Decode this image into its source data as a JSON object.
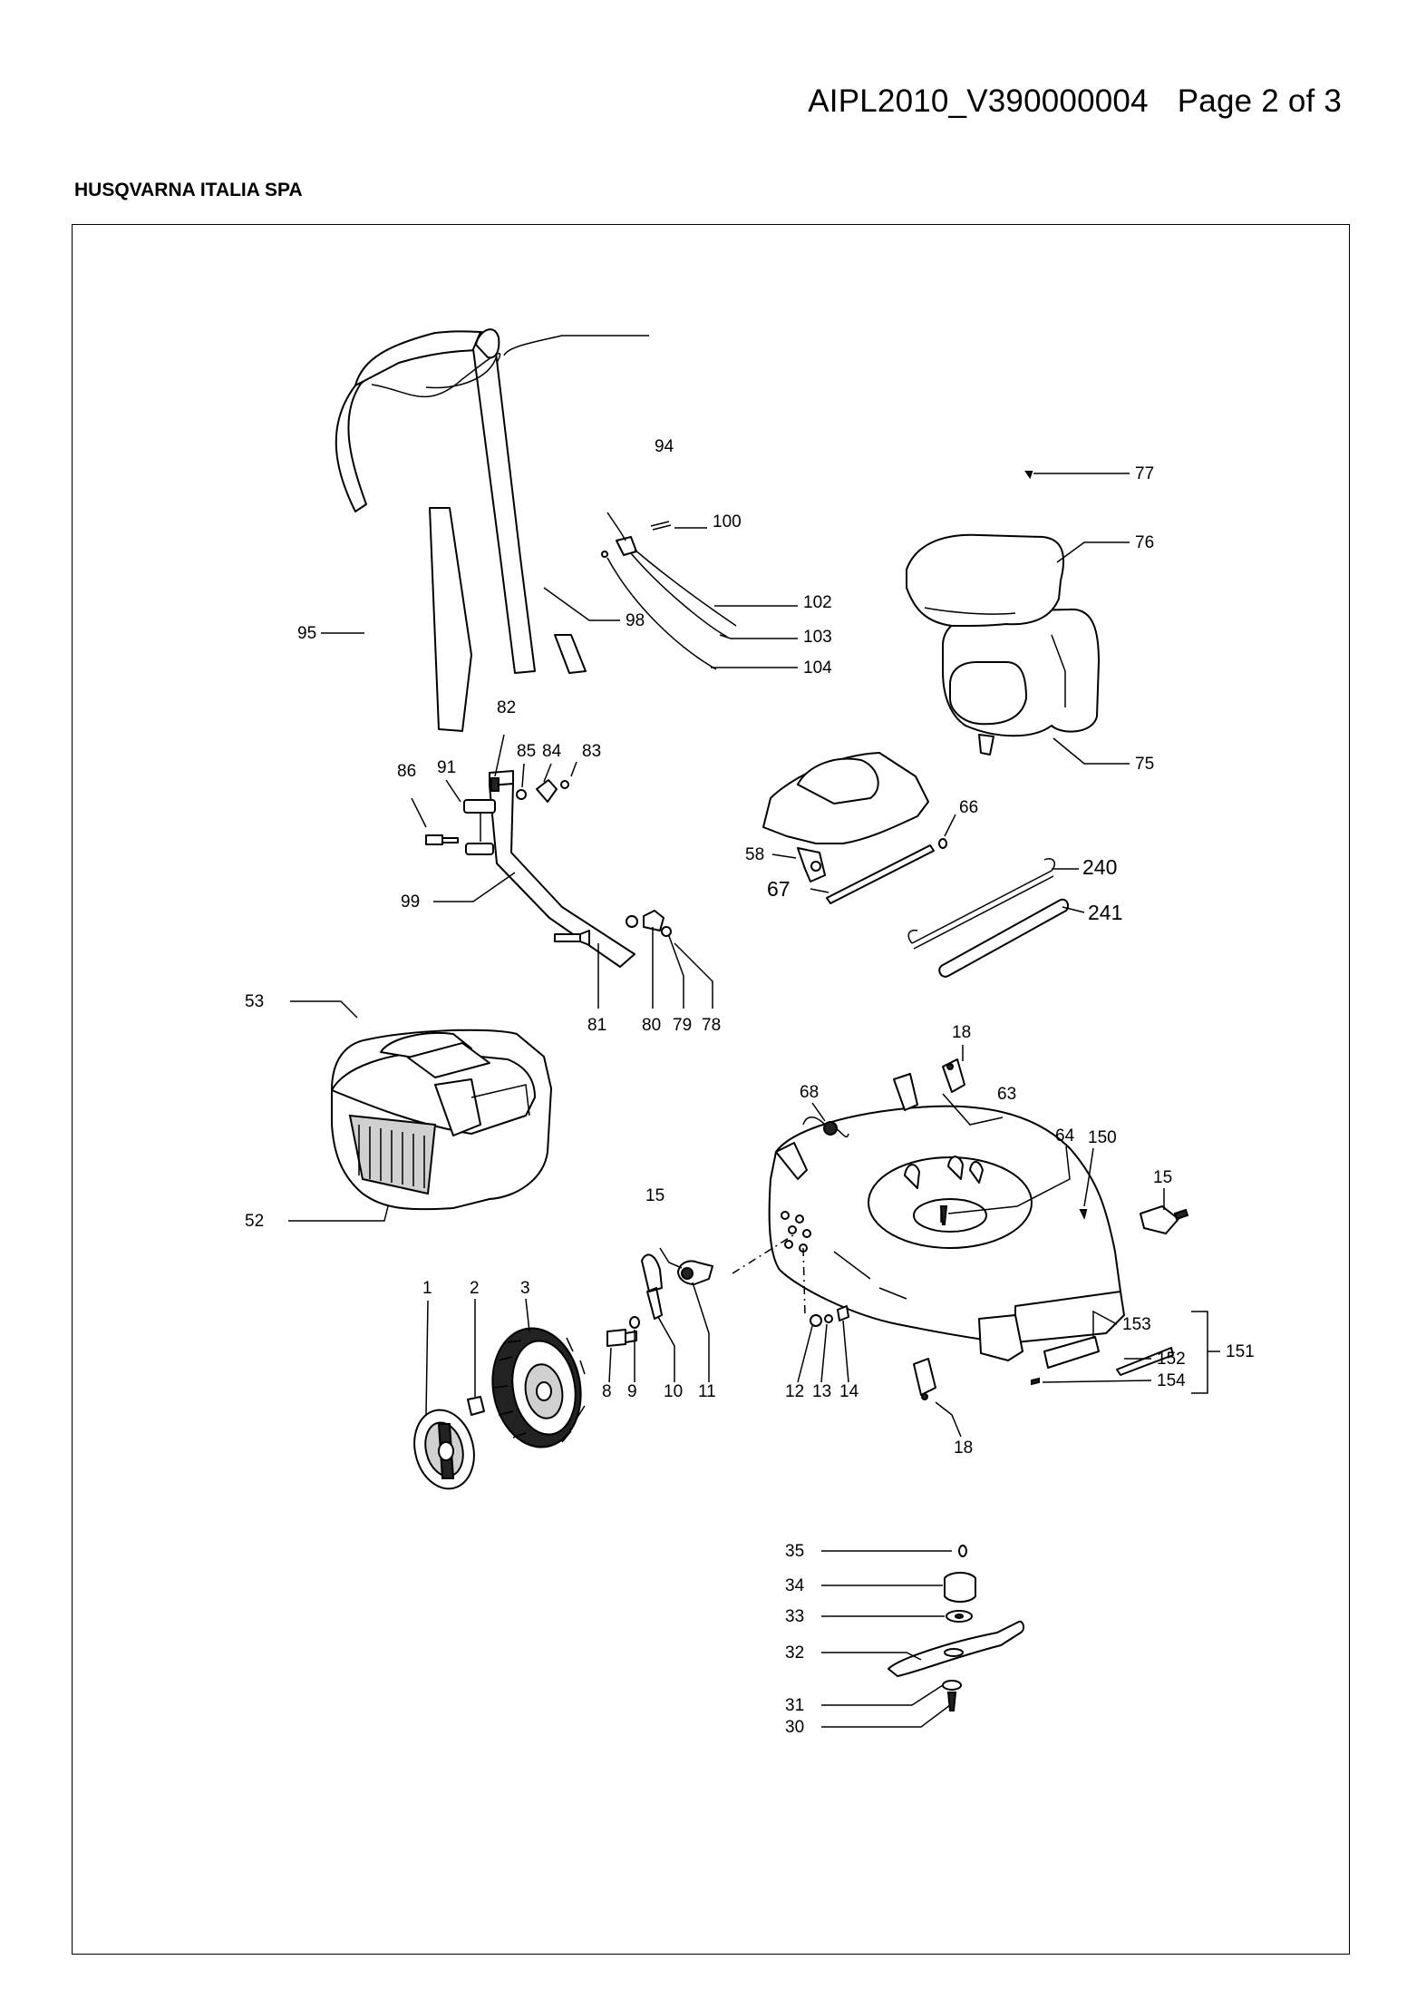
{
  "header": {
    "doc_id": "AIPL2010_V390000004",
    "page_label": "Page 2 of 3"
  },
  "company": "HUSQVARNA ITALIA SPA",
  "callouts": {
    "c94": "94",
    "c100": "100",
    "c77": "77",
    "c76": "76",
    "c102": "102",
    "c103": "103",
    "c104": "104",
    "c95": "95",
    "c98": "98",
    "c75": "75",
    "c82": "82",
    "c85": "85",
    "c84": "84",
    "c83": "83",
    "c86": "86",
    "c91": "91",
    "c66": "66",
    "c58": "58",
    "c240": "240",
    "c67": "67",
    "c241": "241",
    "c99": "99",
    "c53": "53",
    "c81": "81",
    "c80": "80",
    "c79": "79",
    "c78": "78",
    "c18a": "18",
    "c68": "68",
    "c63": "63",
    "c64": "64",
    "c150": "150",
    "c15a": "15",
    "c15b": "15",
    "c52": "52",
    "c1": "1",
    "c2": "2",
    "c3": "3",
    "c153": "153",
    "c152": "152",
    "c151": "151",
    "c154": "154",
    "c8": "8",
    "c9": "9",
    "c10": "10",
    "c11": "11",
    "c12": "12",
    "c13": "13",
    "c14": "14",
    "c18b": "18",
    "c35": "35",
    "c34": "34",
    "c33": "33",
    "c32": "32",
    "c31": "31",
    "c30": "30"
  }
}
